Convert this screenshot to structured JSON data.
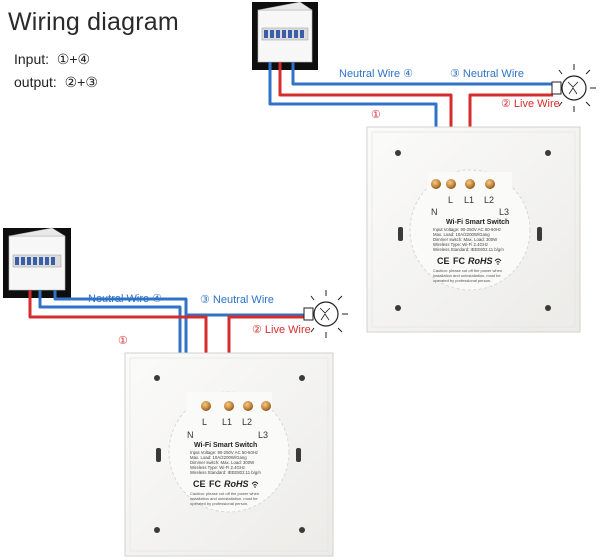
{
  "title": "Wiring diagram",
  "io": {
    "input_label": "Input:",
    "input_value": "①+④",
    "output_label": "output:",
    "output_value": "②+③"
  },
  "colors": {
    "neutral": "#2f73c8",
    "live": "#d62c2c",
    "panel": "#f4f4f2",
    "copper": "#b8772f"
  },
  "diagrams": [
    {
      "neutral_4": "Neutral Wire ④",
      "neutral_3": "③ Neutral Wire",
      "live": "② Live Wire",
      "marker_1": "①",
      "terminals": {
        "n": "N",
        "l": "L",
        "l1": "L1",
        "l2": "L2",
        "l3": "L3"
      },
      "brand": "Wi-Fi Smart Switch",
      "spec_lines": [
        "Input Voltage: 90-250V AC 50-60Hz",
        "Max. Load: 10A/2200W/Gang",
        "Dimmer switch: Max. Load: 300W",
        "Wireless Type: Wi-Fi 2.4GHz",
        "Wireless Standard: IEEE802.11 b/g/n"
      ],
      "cert_ce": "CE",
      "cert_fc": "FC",
      "cert_rohs": "RoHS",
      "caution": [
        "Caution: please cut off the power when",
        "installation and uninstallation, must be",
        "operated by professional person."
      ]
    },
    {
      "neutral_4": "Neutral Wire ④",
      "neutral_3": "③ Neutral Wire",
      "live": "② Live Wire",
      "marker_1": "①",
      "terminals": {
        "n": "N",
        "l": "L",
        "l1": "L1",
        "l2": "L2",
        "l3": "L3"
      },
      "brand": "Wi-Fi Smart Switch",
      "spec_lines": [
        "Input Voltage: 90-250V AC 50-60Hz",
        "Max. Load: 10A/2200W/Gang",
        "Dimmer switch: Max. Load: 300W",
        "Wireless Type: Wi-Fi 2.4GHz",
        "Wireless Standard: IEEE802.11 b/g/n"
      ],
      "cert_ce": "CE",
      "cert_fc": "FC",
      "cert_rohs": "RoHS",
      "caution": [
        "Caution: please cut off the power when",
        "installation and uninstallation, must be",
        "operated by professional person."
      ]
    }
  ]
}
